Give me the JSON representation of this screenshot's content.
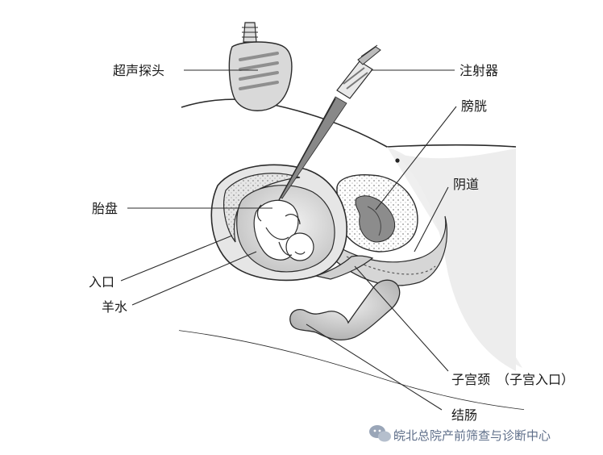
{
  "labels": {
    "probe": "超声探头",
    "syringe": "注射器",
    "bladder": "膀胱",
    "placenta": "胎盘",
    "vagina": "阴道",
    "entrance": "入口",
    "amniotic_fluid": "羊水",
    "cervix": "子宫颈　（子宫入口）",
    "colon": "结肠"
  },
  "watermark": {
    "text": "皖北总院产前筛查与诊断中心",
    "icon": "wechat-icon"
  },
  "colors": {
    "line": "#2b2b2b",
    "tissue": "#e4e4e4",
    "tissue_dark": "#b9b9b9",
    "fluid": "#cfcfcf"
  }
}
